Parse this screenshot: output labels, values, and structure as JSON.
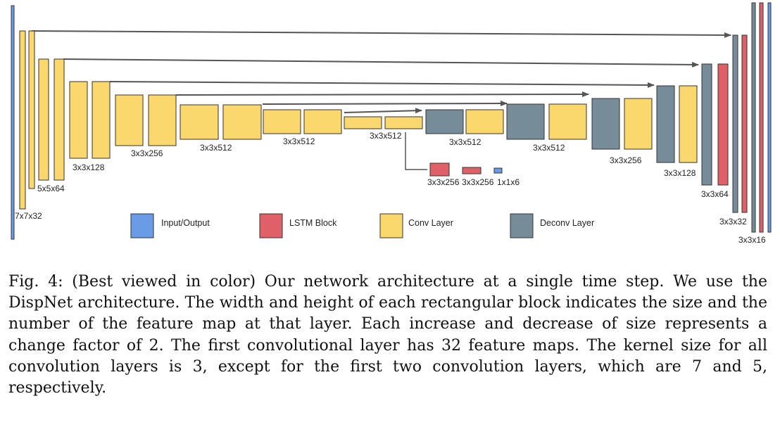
{
  "colors": {
    "io": "#6a9be6",
    "lstm": "#df6066",
    "conv": "#fbd86e",
    "deconv": "#768c98",
    "stroke": "#333333",
    "arrow": "#555555"
  },
  "layer_labels": {
    "l7x7x32": "7x7x32",
    "l5x5x64": "5x5x64",
    "l3x3x128_enc": "3x3x128",
    "l3x3x256_enc": "3x3x256",
    "l3x3x512_a": "3x3x512",
    "l3x3x512_b": "3x3x512",
    "l3x3x512_c": "3x3x512",
    "l3x3x512_d": "3x3x512",
    "l3x3x512_e": "3x3x512",
    "l3x3x256_dec": "3x3x256",
    "l3x3x128_dec": "3x3x128",
    "l3x3x64": "3x3x64",
    "l3x3x32": "3x3x32",
    "l3x3x16": "3x3x16",
    "lstm_a": "3x3x256",
    "lstm_b": "3x3x256",
    "lstm_c": "1x1x6"
  },
  "legend": {
    "io": "Input/Output",
    "lstm": "LSTM Block",
    "conv": "Conv Layer",
    "deconv": "Deconv Layer"
  },
  "caption": "Fig. 4: (Best viewed in color) Our network architecture at a single time step. We use the DispNet architecture. The width and height of each rectangular block indicates the size and the number of the feature map at that layer. Each increase and decrease of size represents a change factor of 2. The first convolutional layer has 32 feature maps. The kernel size for all convolution layers is 3, except for the first two convolution layers, which are 7 and 5, respectively."
}
